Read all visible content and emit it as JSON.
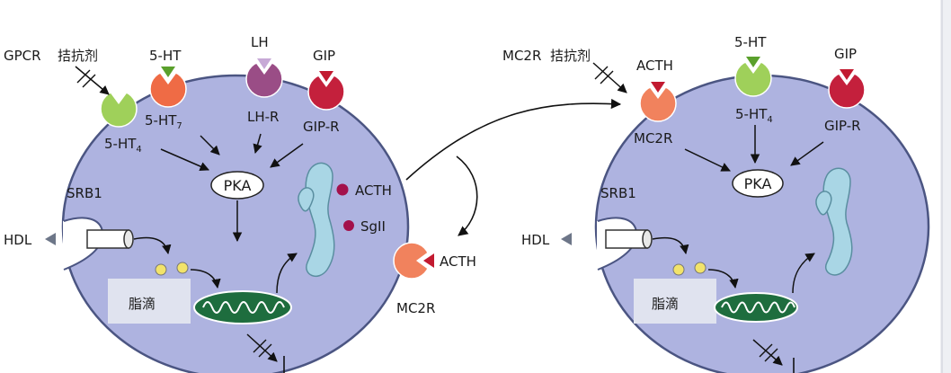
{
  "colors": {
    "cell_fill": "#aeb3e0",
    "cell_stroke": "#4b5582",
    "mito_fill": "#1e6d3e",
    "er_fill": "#a9d6e5",
    "granule": "#a3114b",
    "lipid": "#f2e36a",
    "lipid_box": "#e0e3ef",
    "receptor_green": "#9fd05a",
    "receptor_orange": "#ef6b45",
    "receptor_purple": "#9a4d86",
    "receptor_red": "#c4203c",
    "receptor_light_orange": "#f1825d",
    "ligand_green": "#5aa02c",
    "ligand_lavender": "#c7a9d6",
    "ligand_red": "#c21a30"
  },
  "left_cell": {
    "gpcr": "GPCR",
    "antagonist": "拮抗剂",
    "ht_top": "5-HT",
    "ht7_label": "5-HT",
    "ht7_sub": "7",
    "ht4_label": "5-HT",
    "ht4_sub": "4",
    "lh_top": "LH",
    "lhr": "LH-R",
    "gip_top": "GIP",
    "gipr": "GIP-R",
    "pka": "PKA",
    "srb1": "SRB1",
    "hdl": "HDL",
    "lipid_droplet": "脂滴",
    "acth": "ACTH",
    "sgii": "SgII"
  },
  "middle": {
    "acth": "ACTH",
    "mc2r": "MC2R"
  },
  "right_cell": {
    "mc2r_top": "MC2R",
    "antagonist": "拮抗剂",
    "acth_top": "ACTH",
    "ht_top": "5-HT",
    "gip_top": "GIP",
    "mc2r": "MC2R",
    "ht4_label": "5-HT",
    "ht4_sub": "4",
    "gipr": "GIP-R",
    "pka": "PKA",
    "srb1": "SRB1",
    "hdl": "HDL",
    "lipid_droplet": "脂滴"
  }
}
